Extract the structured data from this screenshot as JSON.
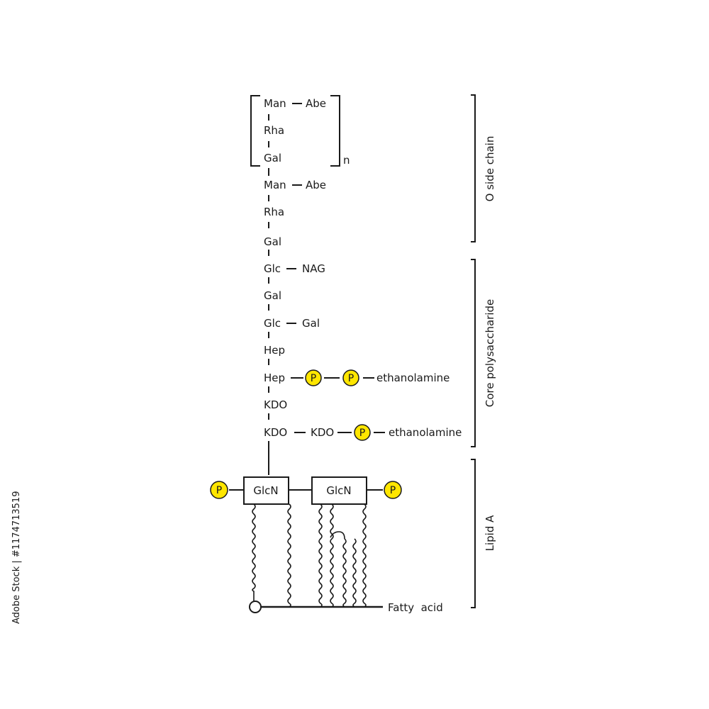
{
  "sections": {
    "o_side_chain": "O side chain",
    "core": "Core polysaccharide",
    "lipid_a": "Lipid A"
  },
  "repeat": {
    "man": "Man",
    "abe": "Abe",
    "rha": "Rha",
    "gal": "Gal",
    "n": "n"
  },
  "o_chain": {
    "man": "Man",
    "abe": "Abe",
    "rha": "Rha",
    "gal": "Gal"
  },
  "core": {
    "glc1": "Glc",
    "nag": "NAG",
    "gal1": "Gal",
    "glc2": "Glc",
    "gal2": "Gal",
    "hep1": "Hep",
    "hep2": "Hep",
    "ethanolamine1": "ethanolamine",
    "kdo1": "KDO",
    "kdo2": "KDO",
    "kdo3": "KDO",
    "ethanolamine2": "ethanolamine"
  },
  "lipid": {
    "glcn_left": "GlcN",
    "glcn_right": "GlcN",
    "fatty_acid": "Fatty  acid"
  },
  "phosphate_label": "P",
  "colors": {
    "phosphate": "#ffe600",
    "line": "#1a1a1a"
  },
  "watermark": "Adobe Stock | #1174713519"
}
